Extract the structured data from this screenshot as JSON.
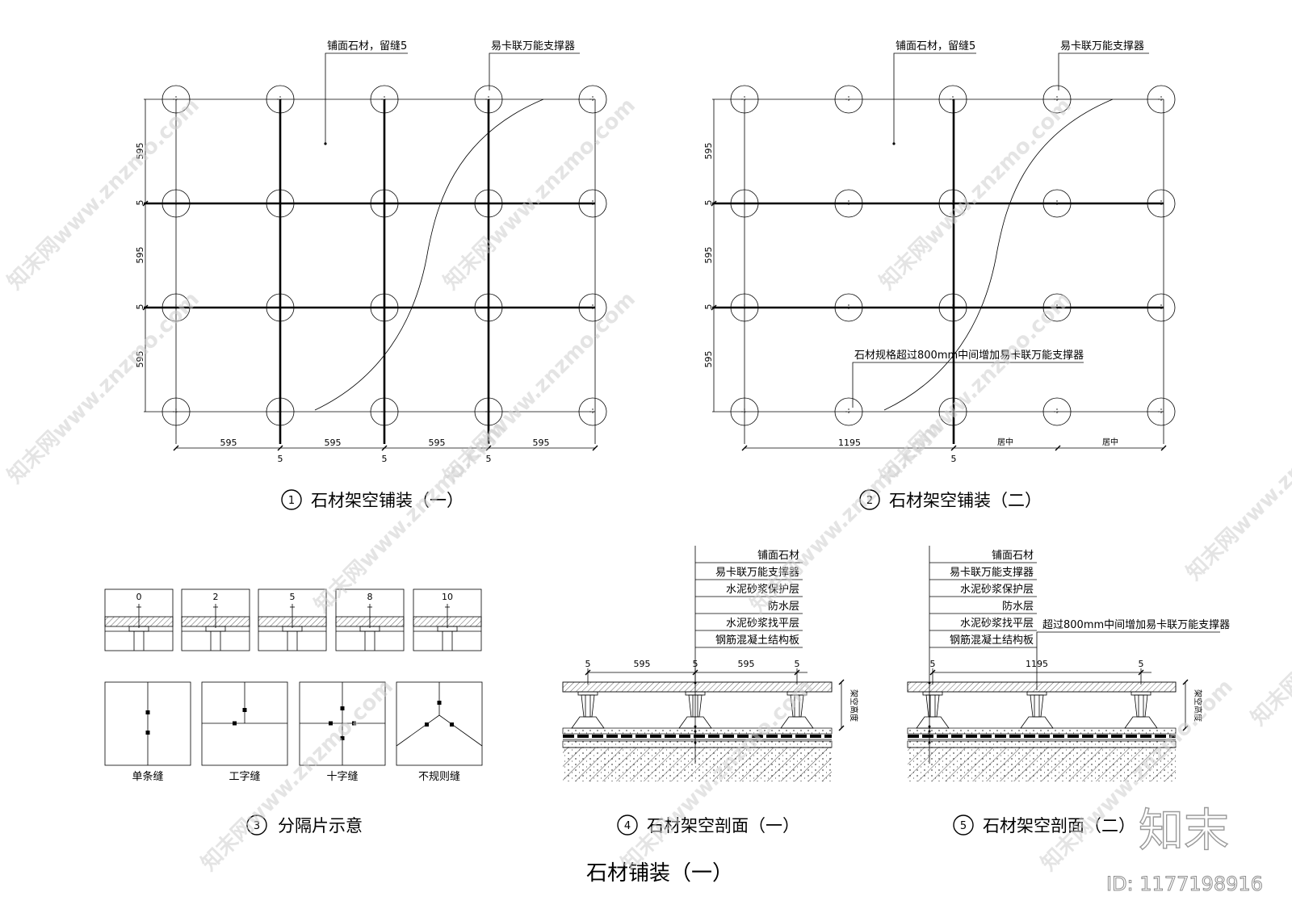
{
  "page_title": "石材铺装（一）",
  "watermark": "知末网www.znzmo.com",
  "logo_text": "知末",
  "id_label": "ID: 1177198916",
  "plan1": {
    "number": "1",
    "title": "石材架空铺装（一）",
    "callout_stone": "铺面石材，留缝5",
    "callout_pedestal": "易卡联万能支撑器",
    "dims_bottom": [
      "595",
      "595",
      "595",
      "595"
    ],
    "dims_gap": [
      "5",
      "5",
      "5"
    ],
    "dims_left": [
      "595",
      "595",
      "595"
    ],
    "dims_left_gap": [
      "5",
      "5"
    ]
  },
  "plan2": {
    "number": "2",
    "title": "石材架空铺装（二）",
    "callout_stone": "铺面石材，留缝5",
    "callout_pedestal": "易卡联万能支撑器",
    "callout_mid": "石材规格超过800mm中间增加易卡联万能支撑器",
    "dims_bottom": [
      "1195",
      "居中",
      "居中"
    ],
    "dims_gap": [
      "5"
    ],
    "dims_left": [
      "595",
      "595",
      "595"
    ],
    "dims_left_gap": [
      "5",
      "5"
    ]
  },
  "spacers": {
    "number": "3",
    "title": "分隔片示意",
    "sizes": [
      "0",
      "2",
      "5",
      "8",
      "10"
    ],
    "joint_types": [
      "单条缝",
      "工字缝",
      "十字缝",
      "不规则缝"
    ]
  },
  "section1": {
    "number": "4",
    "title": "石材架空剖面（一）",
    "layers": [
      "铺面石材",
      "易卡联万能支撑器",
      "水泥砂浆保护层",
      "防水层",
      "水泥砂浆找平层",
      "钢筋混凝土结构板"
    ],
    "dims": [
      "595",
      "595"
    ],
    "dims_gap": [
      "5",
      "5",
      "5"
    ],
    "height_label": "架空高度"
  },
  "section2": {
    "number": "5",
    "title": "石材架空剖面（二）",
    "layers": [
      "铺面石材",
      "易卡联万能支撑器",
      "水泥砂浆保护层",
      "防水层",
      "水泥砂浆找平层",
      "钢筋混凝土结构板"
    ],
    "callout_mid": "超过800mm中间增加易卡联万能支撑器",
    "dims": [
      "1195"
    ],
    "dims_gap": [
      "5",
      "5"
    ],
    "height_label": "架空高度"
  }
}
